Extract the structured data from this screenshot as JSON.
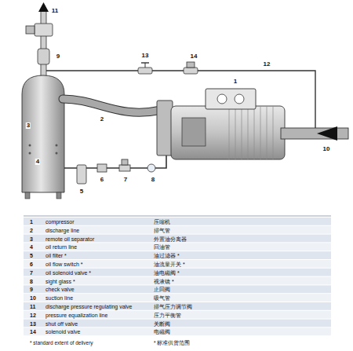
{
  "diagram": {
    "labels": [
      "11",
      "9",
      "3",
      "2",
      "13",
      "14",
      "12",
      "1",
      "10",
      "4",
      "5",
      "6",
      "7",
      "8",
      "1",
      "compressor",
      "压缩机",
      "2",
      "discharge line",
      "排气管",
      "3",
      "remote oil separator",
      "外置油分离器",
      "4",
      "oil return line",
      "回油管",
      "5",
      "oil filter *",
      "油过滤器 *",
      "6",
      "oil flow switch *",
      "油流量开关 *",
      "7",
      "oil solenoid valve *",
      "油电磁阀 *",
      "8",
      "sight glass *",
      "视液镜 *",
      "9",
      "check valve",
      "止回阀",
      "10",
      "suction line",
      "吸气管",
      "11",
      "discharge pressure regulating valve",
      "排气压力调节阀",
      "12",
      "pressure equalization line",
      "压力平衡管",
      "13",
      "shut off valve",
      "关断阀",
      "14",
      "solenoid valve",
      "电磁阀",
      "* standard extent of delivery",
      "* 标准供货范围"
    ]
  }
}
